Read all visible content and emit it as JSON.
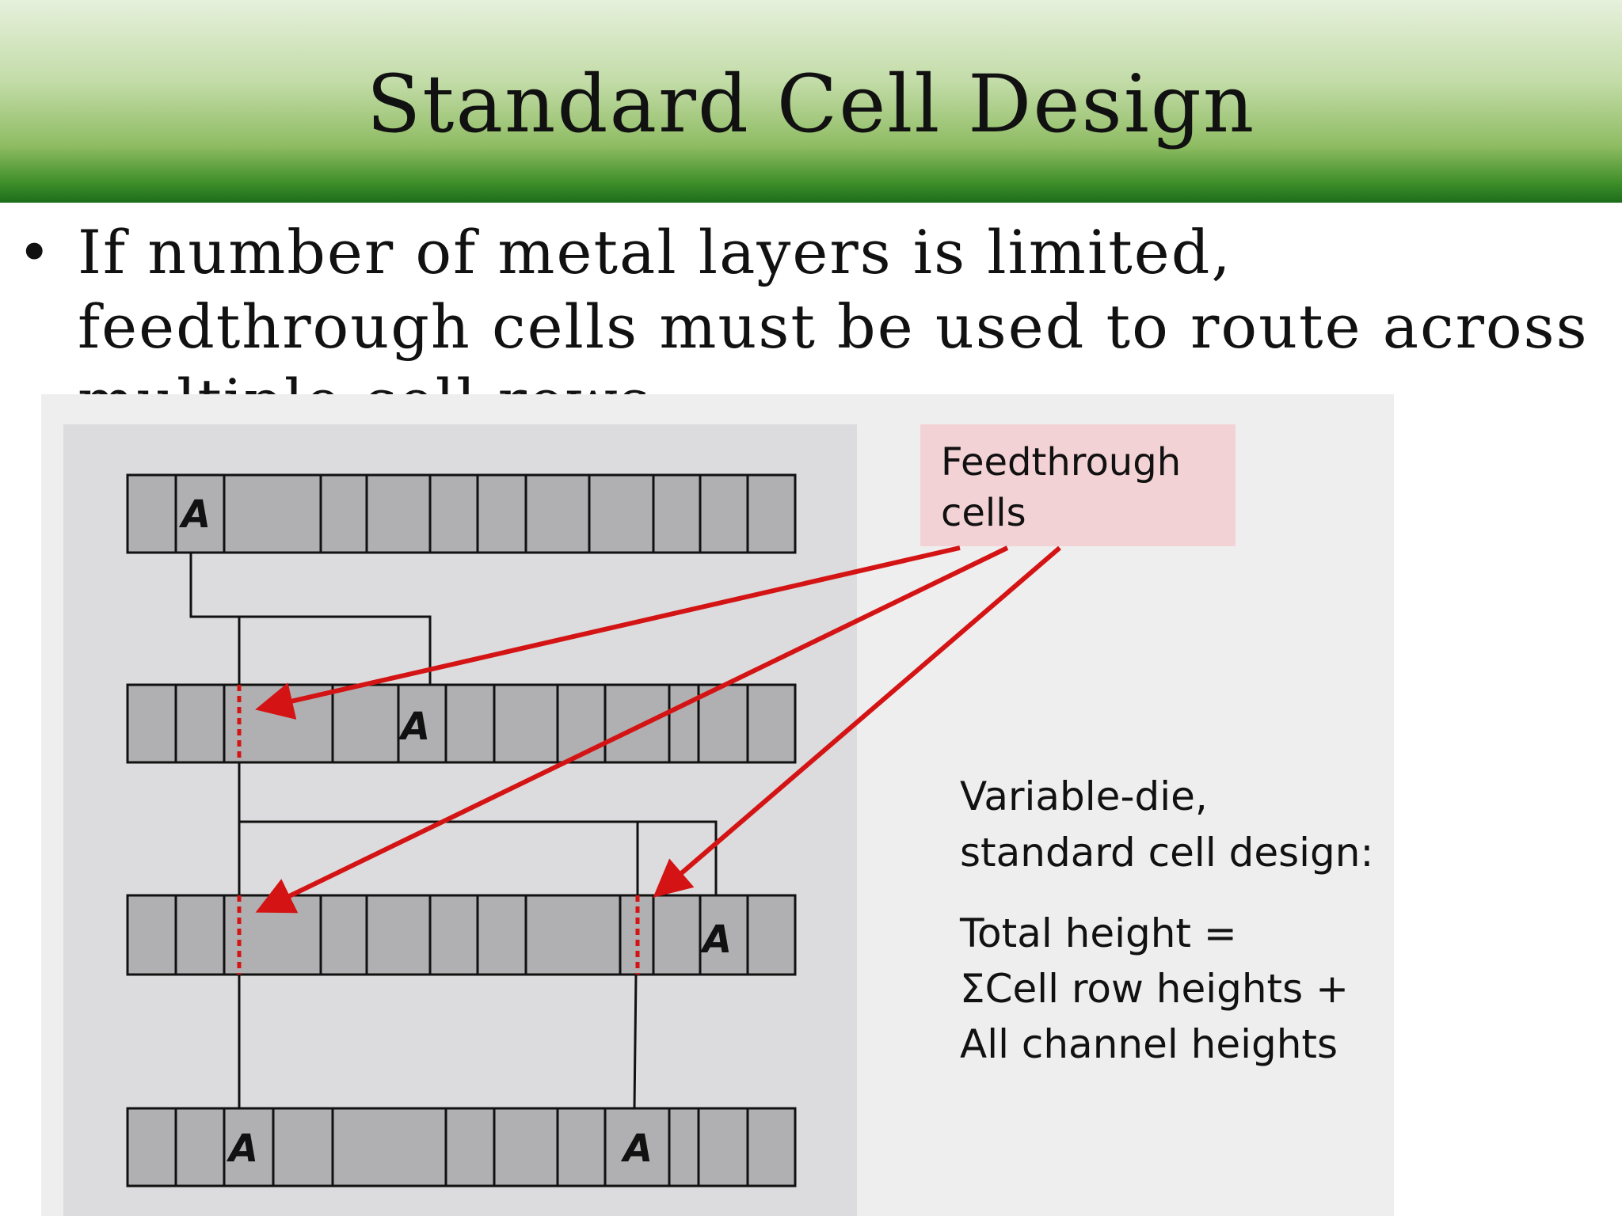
{
  "slide": {
    "title": "Standard Cell Design",
    "bullet_text": "If number of metal layers is limited, feedthrough cells must be used to route across multiple cell rows"
  },
  "diagram": {
    "cell_label": "A",
    "callout": {
      "line1": "Feedthrough",
      "line2": "cells"
    },
    "caption": {
      "line1": "Variable-die,",
      "line2": "standard cell design:",
      "line3": "Total height =",
      "line4": "ΣCell row heights +",
      "line5": "All channel heights"
    },
    "rows": [
      {
        "name": "row-1",
        "labeled_cells": 1,
        "feedthroughs": 0
      },
      {
        "name": "row-2",
        "labeled_cells": 1,
        "feedthroughs": 1
      },
      {
        "name": "row-3",
        "labeled_cells": 1,
        "feedthroughs": 2
      },
      {
        "name": "row-4",
        "labeled_cells": 2,
        "feedthroughs": 0
      }
    ],
    "colors": {
      "cell_fill": "#b0afb1",
      "outline": "#111111",
      "arrow": "#d41414",
      "callout_bg": "#f3d2d5",
      "panel_bg": "#dcdbdd",
      "figure_bg": "#efeeef"
    }
  }
}
